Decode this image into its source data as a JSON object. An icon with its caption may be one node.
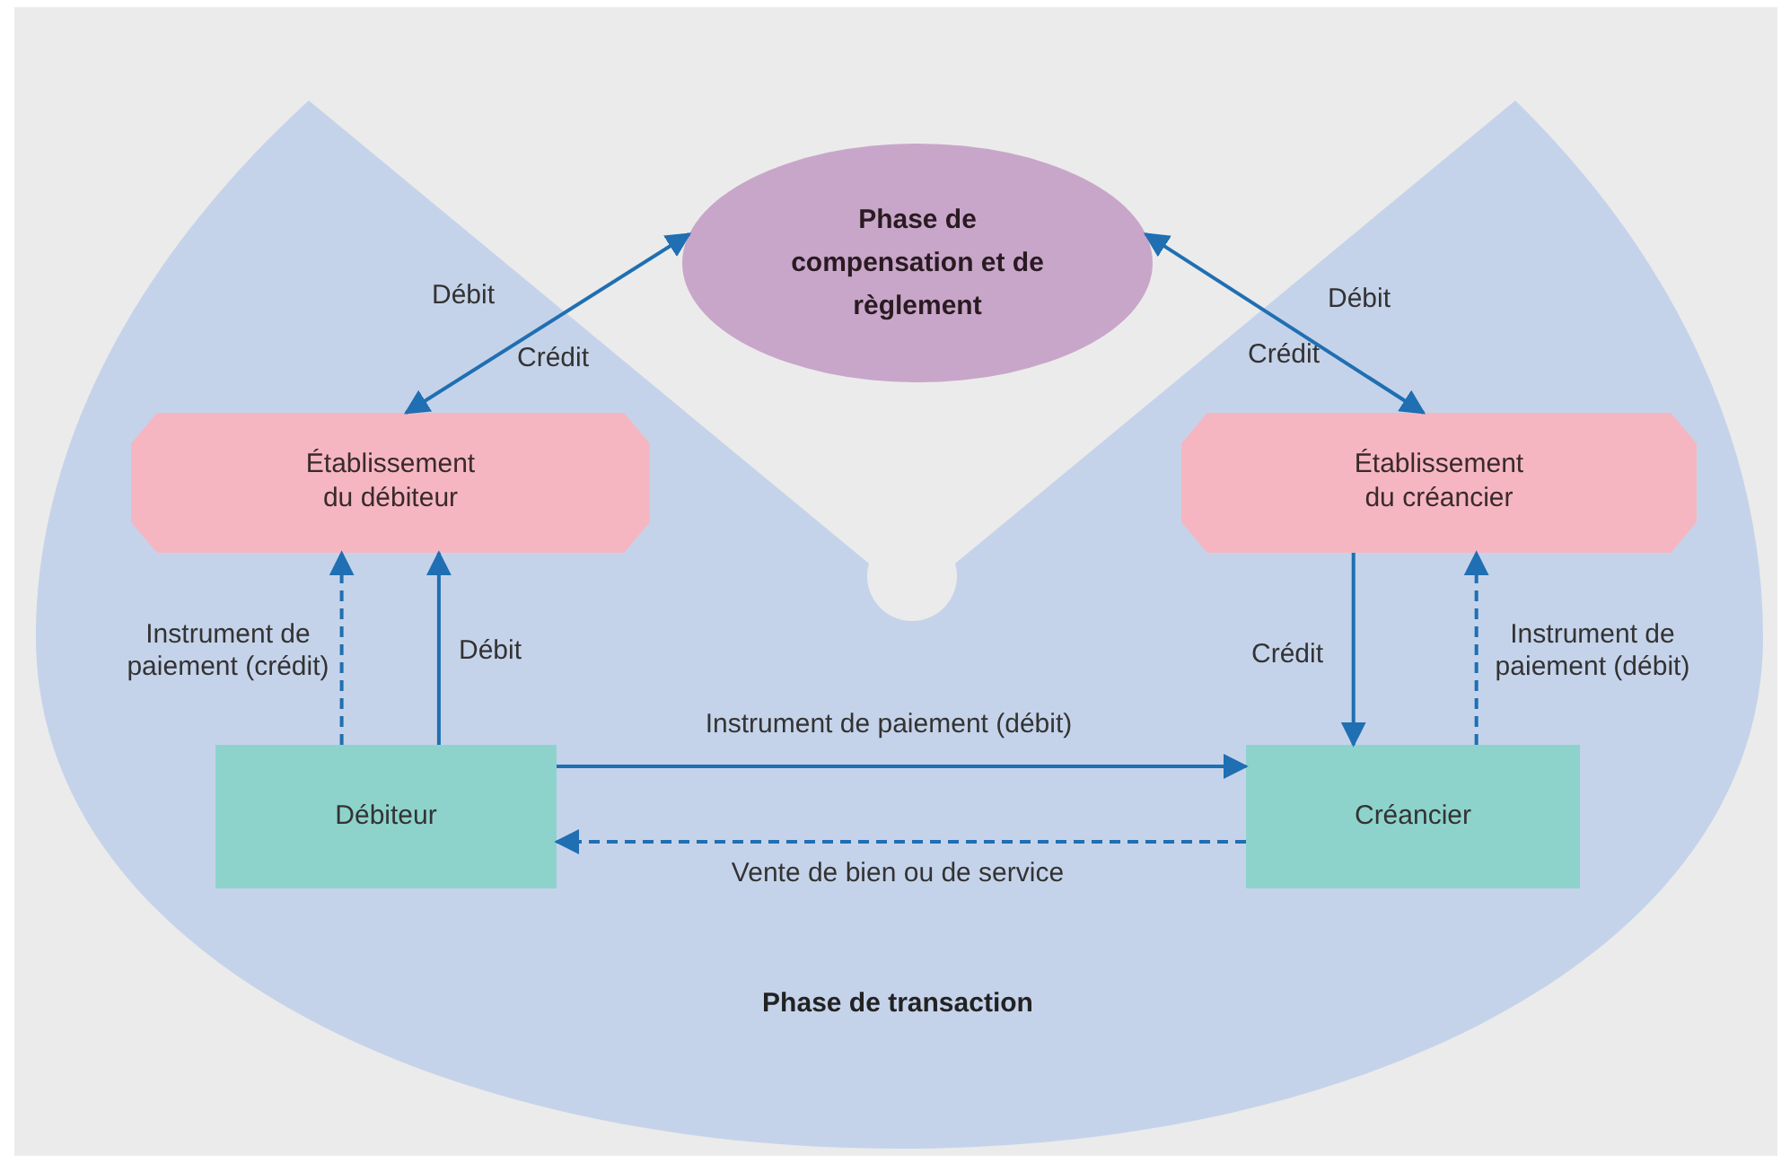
{
  "diagram": {
    "nodes": [
      {
        "text": [
          "Phase de transaction"
        ]
      },
      {
        "text": [
          "Phase de compensation et de règlement"
        ]
      },
      {
        "text": [
          "Établissement du débiteur"
        ],
        "in": 0
      },
      {
        "text": [
          "Établissement du créancier"
        ],
        "in": 0
      },
      {
        "text": [
          "Débiteur"
        ],
        "in": 0
      },
      {
        "text": [
          "Créancier"
        ],
        "in": 0
      }
    ],
    "edges": [
      {
        "from": 2,
        "to": 1,
        "arrow": "both",
        "label": "Débit"
      },
      {
        "from": 1,
        "to": 3,
        "arrow": "both",
        "label": "Débit"
      },
      {
        "from": 4,
        "to": 2,
        "arrow": "to",
        "style": "dashed",
        "label": "Instrument de paiement (crédit)"
      },
      {
        "from": 4,
        "to": 2,
        "arrow": "to",
        "label": "Débit"
      },
      {
        "from": 3,
        "to": 5,
        "arrow": "to",
        "label": "Crédit"
      },
      {
        "from": 5,
        "to": 3,
        "arrow": "to",
        "style": "dashed",
        "label": "Instrument de paiement (débit)"
      },
      {
        "from": 4,
        "to": 5,
        "arrow": "to",
        "label": "Instrument de paiement (débit)"
      },
      {
        "from": 5,
        "to": 4,
        "arrow": "to",
        "style": "dashed",
        "label": "Vente de bien ou de service"
      }
    ],
    "labels": [
      "Crédit",
      "Crédit"
    ]
  }
}
